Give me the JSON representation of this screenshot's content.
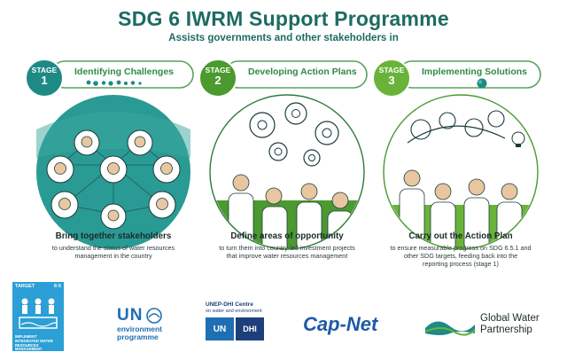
{
  "header": {
    "title": "SDG 6 IWRM Support Programme",
    "subtitle": "Assists governments and other stakeholders in"
  },
  "stages": [
    {
      "word": "STAGE",
      "number": "1",
      "heading": "Identifying Challenges",
      "caption_title": "Bring together stakeholders",
      "caption_body": [
        "to understand the status of water resources",
        "management in the country"
      ],
      "color": "#1d8a86"
    },
    {
      "word": "STAGE",
      "number": "2",
      "heading": "Developing Action Plans",
      "caption_title": "Define areas of opportunity",
      "caption_body": [
        "to turn them into country-led investment projects",
        "that improve water resources management"
      ],
      "color": "#4a9a2f"
    },
    {
      "word": "STAGE",
      "number": "3",
      "heading": "Implementing Solutions",
      "caption_title": "Carry out the Action Plan",
      "caption_body": [
        "to ensure measurable progress on SDG 6.5.1 and",
        "other SDG targets, feeding back into the",
        "reporting process (stage 1)"
      ],
      "color": "#6ab33a"
    }
  ],
  "sdg_badge": {
    "label": "TARGET",
    "number": "6·5",
    "text": [
      "IMPLEMENT",
      "INTEGRATED WATER",
      "RESOURCES",
      "MANAGEMENT"
    ],
    "color": "#2b9fd6"
  },
  "logos": {
    "un_env": {
      "un": "UN",
      "line1": "environment",
      "line2": "programme"
    },
    "unep_dhi": {
      "line1": "UNEP-DHI Centre",
      "line2": "on water and environment",
      "dhi": "DHI"
    },
    "capnet": {
      "name": "Cap-Net"
    },
    "gwp": {
      "line1": "Global Water",
      "line2": "Partnership"
    }
  }
}
